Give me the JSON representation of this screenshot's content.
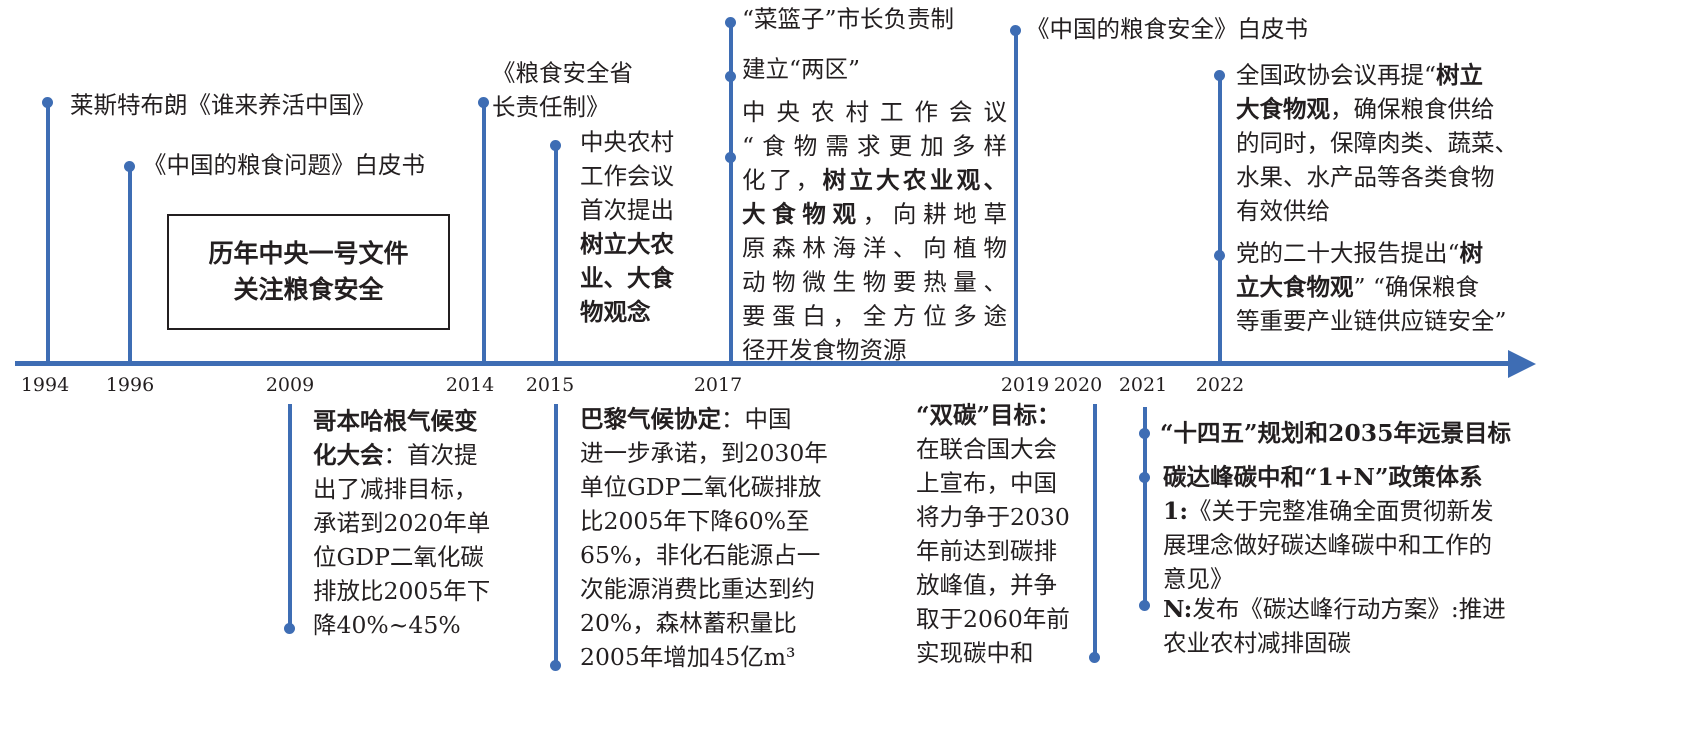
{
  "colors": {
    "accent": "#3e6db4",
    "text": "#231f20"
  },
  "years": [
    "1994",
    "1996",
    "2009",
    "2014",
    "2015",
    "2017",
    "2019",
    "2020",
    "2021",
    "2022"
  ],
  "box": {
    "line1": "历年中央一号文件",
    "line2": "关注粮食安全"
  },
  "blocks": {
    "y1994": [
      [
        {
          "t": "莱斯特布朗《谁来养活中国》"
        }
      ]
    ],
    "y1996": [
      [
        {
          "t": "《中国的粮食问题》白皮书"
        }
      ]
    ],
    "y2014": [
      [
        {
          "t": "《粮食安全省"
        }
      ],
      [
        {
          "t": "长责任制》"
        }
      ]
    ],
    "y2015top": [
      [
        {
          "t": "中央农村"
        }
      ],
      [
        {
          "t": "工作会议"
        }
      ],
      [
        {
          "t": "首次提出"
        }
      ],
      [
        {
          "t": "树立大农",
          "b": true
        }
      ],
      [
        {
          "t": "业、大食",
          "b": true
        }
      ],
      [
        {
          "t": "物观念",
          "b": true
        }
      ]
    ],
    "y2017a": [
      [
        {
          "t": "“菜篮子”市长负责制"
        }
      ]
    ],
    "y2017b": [
      [
        {
          "t": "建立“两区”"
        }
      ]
    ],
    "y2017c": [
      [
        {
          "t": "中央农村工作会议"
        }
      ],
      [
        {
          "t": "“食物需求更加多样"
        }
      ],
      [
        {
          "t": "化了，"
        },
        {
          "t": "树立大农业观、",
          "b": true
        }
      ],
      [
        {
          "t": "大食物观",
          "b": true
        },
        {
          "t": "，向耕地草"
        }
      ],
      [
        {
          "t": "原森林海洋、向植物"
        }
      ],
      [
        {
          "t": "动物微生物要热量、"
        }
      ],
      [
        {
          "t": "要蛋白，全方位多途"
        }
      ],
      [
        {
          "t": "径开发食物资源"
        }
      ]
    ],
    "y2019": [
      [
        {
          "t": "《中国的粮食安全》白皮书"
        }
      ]
    ],
    "y2022a": [
      [
        {
          "t": "全国政协会议再提“"
        },
        {
          "t": "树立",
          "b": true
        }
      ],
      [
        {
          "t": "大食物观",
          "b": true
        },
        {
          "t": "，确保粮食供给"
        }
      ],
      [
        {
          "t": "的同时，保障肉类、蔬菜、"
        }
      ],
      [
        {
          "t": "水果、水产品等各类食物"
        }
      ],
      [
        {
          "t": "有效供给"
        }
      ]
    ],
    "y2022b": [
      [
        {
          "t": "党的二十大报告提出“"
        },
        {
          "t": "树",
          "b": true
        }
      ],
      [
        {
          "t": "立大食物观",
          "b": true
        },
        {
          "t": "” “确保粮食"
        }
      ],
      [
        {
          "t": "等重要产业链供应链安全”"
        }
      ]
    ],
    "y2009": [
      [
        {
          "t": "哥本哈根气候变",
          "b": true
        }
      ],
      [
        {
          "t": "化大会",
          "b": true
        },
        {
          "t": "：首次提"
        }
      ],
      [
        {
          "t": "出了减排目标，"
        }
      ],
      [
        {
          "t": "承诺到2020年单"
        }
      ],
      [
        {
          "t": "位GDP二氧化碳"
        }
      ],
      [
        {
          "t": "排放比2005年下"
        }
      ],
      [
        {
          "t": "降40%~45%"
        }
      ]
    ],
    "y2015bot": [
      [
        {
          "t": "巴黎气候协定",
          "b": true
        },
        {
          "t": "：中国"
        }
      ],
      [
        {
          "t": "进一步承诺，到2030年"
        }
      ],
      [
        {
          "t": "单位GDP二氧化碳排放"
        }
      ],
      [
        {
          "t": "比2005年下降60%至"
        }
      ],
      [
        {
          "t": "65%，非化石能源占一"
        }
      ],
      [
        {
          "t": "次能源消费比重达到约"
        }
      ],
      [
        {
          "t": "20%，森林蓄积量比"
        }
      ],
      [
        {
          "t": "2005年增加45亿m³"
        }
      ]
    ],
    "y2020": [
      [
        {
          "t": "“双碳”目标：",
          "b": true
        }
      ],
      [
        {
          "t": "在联合国大会"
        }
      ],
      [
        {
          "t": "上宣布，中国"
        }
      ],
      [
        {
          "t": "将力争于2030"
        }
      ],
      [
        {
          "t": "年前达到碳排"
        }
      ],
      [
        {
          "t": "放峰值，并争"
        }
      ],
      [
        {
          "t": "取于2060年前"
        }
      ],
      [
        {
          "t": "实现碳中和"
        }
      ]
    ],
    "y2021a": [
      [
        {
          "t": "“十四五”规划和2035年远景目标",
          "b": true
        }
      ]
    ],
    "y2021b": [
      [
        {
          "t": "碳达峰碳中和“1+N”政策体系",
          "b": true
        }
      ],
      [
        {
          "t": "1:",
          "b": true
        },
        {
          "t": "《关于完整准确全面贯彻新发"
        }
      ],
      [
        {
          "t": "展理念做好碳达峰碳中和工作的"
        }
      ],
      [
        {
          "t": "意见》"
        }
      ]
    ],
    "y2021c": [
      [
        {
          "t": "N:",
          "b": true
        },
        {
          "t": "发布《碳达峰行动方案》:推进"
        }
      ],
      [
        {
          "t": "农业农村减排固碳"
        }
      ]
    ]
  }
}
